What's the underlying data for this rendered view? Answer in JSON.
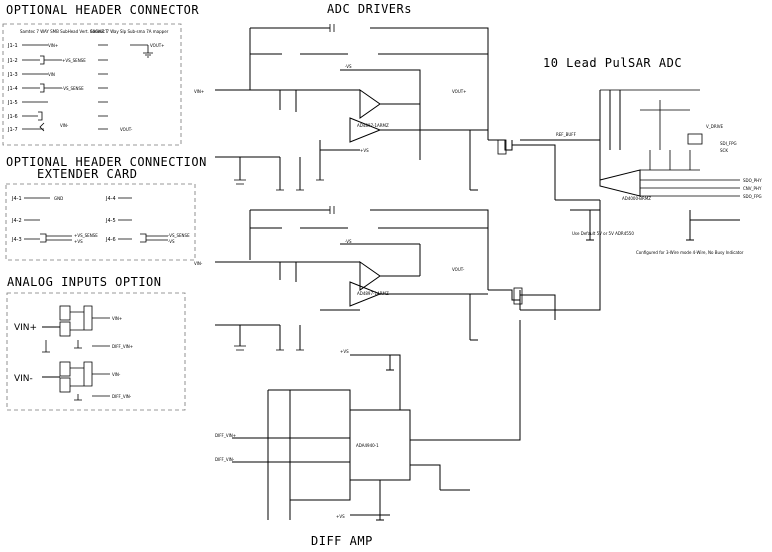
{
  "titles": {
    "optional_header": "OPTIONAL HEADER CONNECTOR",
    "extender_line1": "OPTIONAL HEADER CONNECTION",
    "extender_line2": "EXTENDER CARD",
    "analog_inputs": "ANALOG INPUTS OPTION",
    "adc_drivers": "ADC DRIVERs",
    "pulsar": "10 Lead PulSAR ADC",
    "diff_amp": "DIFF AMP"
  },
  "header_connector": {
    "note_left": "Samtec 7 WAY SMB SubHead Vert. 60GHZ T",
    "note_right": "Samtec 7 Way Slp Sub-sma 7A mapper",
    "pins": [
      "J1-1",
      "J1-2",
      "J1-3",
      "J1-4",
      "J1-5",
      "J1-6",
      "J1-7"
    ],
    "nets": [
      "VIN+",
      "+VS_SENSE",
      "VIN",
      "-VS_SENSE",
      "VIN-",
      "VOUT+",
      "VOUT-"
    ]
  },
  "extender": {
    "pins_left": [
      "J4-1",
      "J4-2",
      "J4-3"
    ],
    "pins_right": [
      "J4-4",
      "J4-5",
      "J4-6"
    ],
    "nets": [
      "GND",
      "+VS_SENSE",
      "-VS_SENSE",
      "+VS",
      "-VS"
    ]
  },
  "analog": {
    "vin_pos": "VIN+",
    "vin_neg": "VIN-",
    "out_labels": [
      "VIN+",
      "DIFF_VIN+",
      "VIN-",
      "DIFF_VIN-"
    ]
  },
  "driver": {
    "part": "AD4897-1ARMZ",
    "net_in_top": "VIN+",
    "net_in_bot": "VIN-",
    "vout_top": "VOUT+",
    "vout_bot": "VOUT-",
    "ref_label": "REF_BUFF",
    "rail_pos": "+VS",
    "rail_neg": "-VS"
  },
  "adc": {
    "part": "AD4000-BRMZ",
    "vdrive": "V_DRIVE",
    "sdi": "SDI_FPG",
    "sck": "SCK",
    "sdo": "SDO_PHY",
    "cnv": "CNV_PHY",
    "sdo2": "SDO_FPG",
    "note": "Configured for 3-Wire mode 4-Wire, No Busy Indicator",
    "ref_note": "Use Default 5V or 5V ADR4550"
  },
  "diffamp": {
    "part": "ADA4940-1",
    "in_pos": "DIFF_VIN+",
    "in_neg": "DIFF_VIN-",
    "rail": "+VS"
  }
}
